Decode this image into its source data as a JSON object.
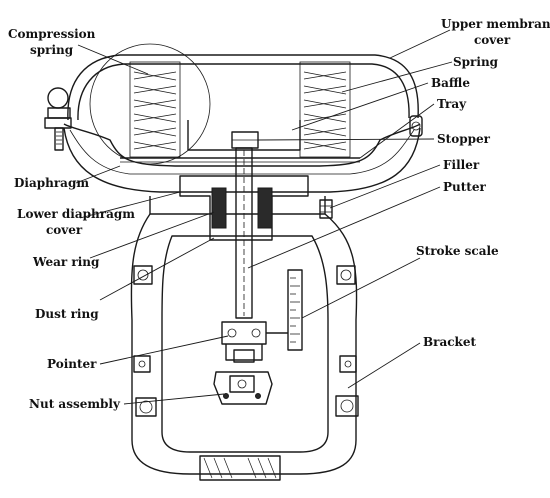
{
  "labels": {
    "compression_spring": [
      "Compression",
      "spring"
    ],
    "upper_membrane_cover": [
      "Upper membrane",
      "cover"
    ],
    "spring": "Spring",
    "baffle": "Baffle",
    "tray": "Tray",
    "stopper": "Stopper",
    "diaphragm": "Diaphragm",
    "filler": "Filler",
    "putter": "Putter",
    "lower_diaphragm_cover": [
      "Lower diaphragm",
      "cover"
    ],
    "wear_ring": "Wear ring",
    "stroke_scale": "Stroke scale",
    "dust_ring": "Dust ring",
    "pointer": "Pointer",
    "bracket": "Bracket",
    "nut_assembly": "Nut assembly"
  }
}
